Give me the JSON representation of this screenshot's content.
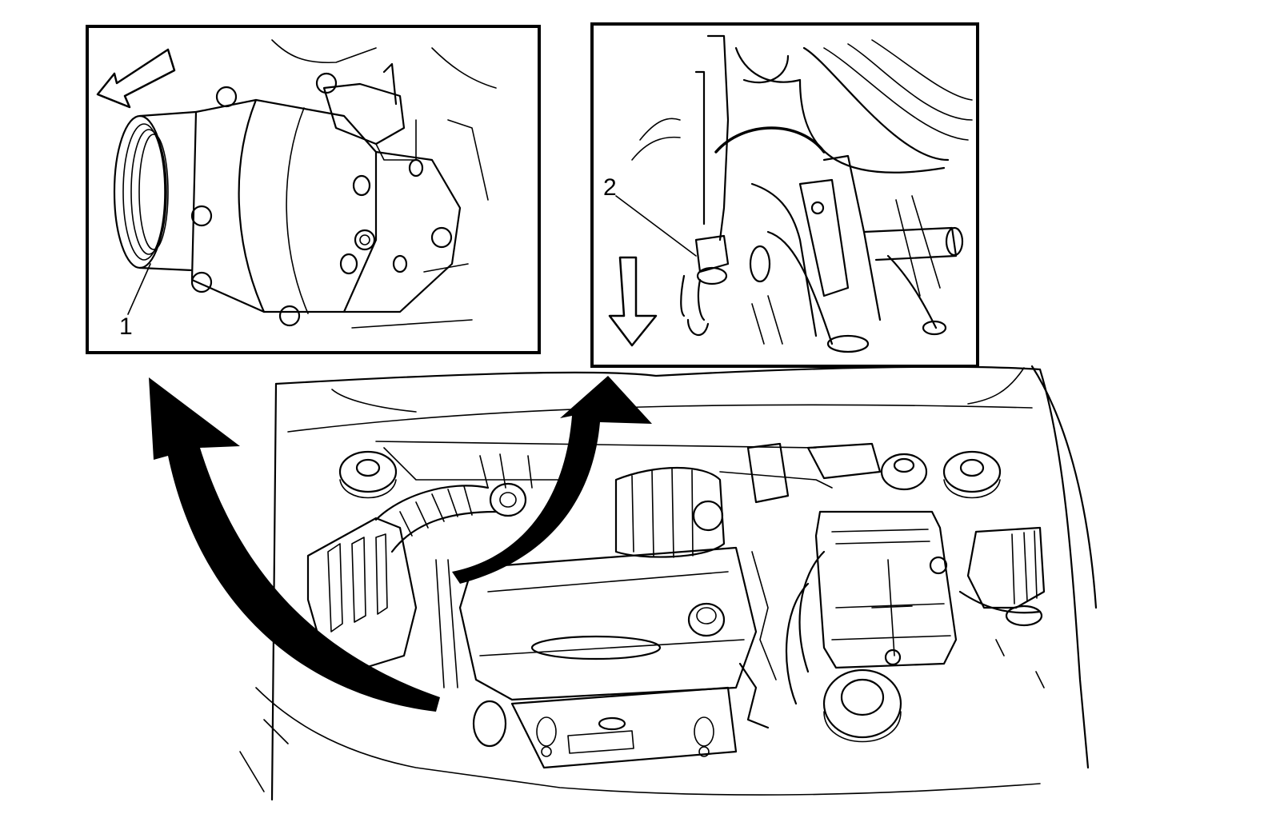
{
  "callouts": {
    "compressor": "1",
    "hose": "2"
  },
  "colors": {
    "line": "#000000",
    "background": "#ffffff"
  },
  "icons": {
    "inset_left_direction": "arrow-left-hollow",
    "inset_right_direction": "arrow-down-hollow",
    "to_left_inset": "curved-arrow-solid",
    "to_right_inset": "curved-arrow-solid"
  }
}
